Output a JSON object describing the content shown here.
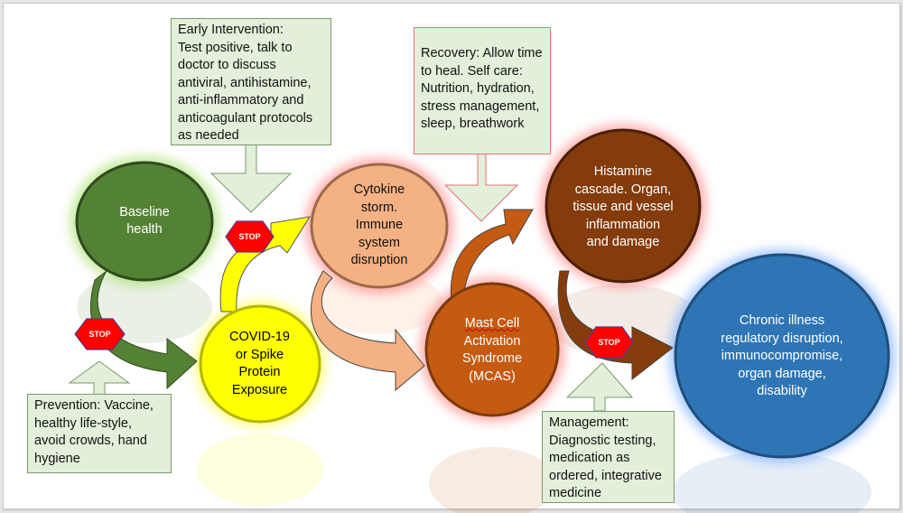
{
  "diagram": {
    "title": "COVID-19 / MCAS progression and intervention points",
    "colors": {
      "baseline": "#538135",
      "covid": "#ffff00",
      "cytokine": "#f4b183",
      "mcas": "#c55a11",
      "histamine": "#843c0c",
      "chronic": "#2e75b6",
      "stop": "#ff0000",
      "note_fill": "#e2efda"
    },
    "stages": [
      {
        "id": "baseline",
        "label": "Baseline health"
      },
      {
        "id": "covid",
        "label": "COVID-19 or Spike Protein Exposure"
      },
      {
        "id": "cytokine",
        "label": "Cytokine storm. Immune system disruption"
      },
      {
        "id": "mcas",
        "label": "Mast Cell Activation Syndrome (MCAS)"
      },
      {
        "id": "histamine",
        "label": "Histamine cascade. Organ, tissue and vessel inflammation and damage"
      },
      {
        "id": "chronic",
        "label": "Chronic illness regulatory disruption, immunocompromise, organ damage, disability"
      }
    ],
    "stage_lines": {
      "baseline": [
        "Baseline",
        "health"
      ],
      "covid": [
        "COVID-19",
        "or Spike",
        "Protein",
        "Exposure"
      ],
      "cytokine": [
        "Cytokine",
        "storm.",
        "Immune",
        "system",
        "disruption"
      ],
      "mcas": [
        "Mast Cell",
        "Activation",
        "Syndrome",
        "(MCAS)"
      ],
      "histamine": [
        "Histamine",
        "cascade. Organ,",
        "tissue and vessel",
        "inflammation",
        "and damage"
      ],
      "chronic": [
        "Chronic illness",
        "regulatory disruption,",
        "immunocompromise,",
        "organ damage,",
        "disability"
      ]
    },
    "stop_label": "STOP",
    "notes": {
      "prevention": [
        "Prevention: Vaccine,",
        "healthy life-style,",
        "avoid crowds, hand",
        "hygiene"
      ],
      "early_intervention": [
        "Early Intervention:",
        "Test positive, talk to",
        "doctor to discuss",
        "antiviral, antihistamine,",
        "anti-inflammatory and",
        "anticoagulant protocols",
        "as needed"
      ],
      "recovery": [
        "Recovery: Allow time",
        "to heal. Self care:",
        "Nutrition, hydration,",
        "stress management,",
        "sleep, breathwork"
      ],
      "management": [
        "Management:",
        "Diagnostic testing,",
        "medication as",
        "ordered, integrative",
        "medicine"
      ]
    }
  }
}
